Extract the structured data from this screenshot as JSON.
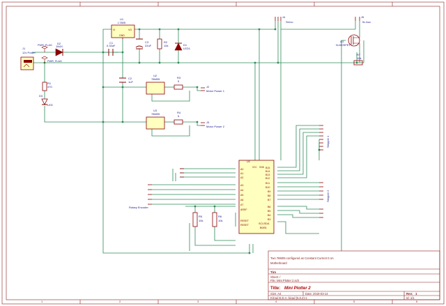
{
  "components": {
    "j1": {
      "ref": "J1",
      "value": "12v Power"
    },
    "d2": {
      "ref": "D2",
      "value": "1N4X"
    },
    "u1": {
      "ref": "U1",
      "value": "L7805",
      "pins": {
        "vi": "VI",
        "vo": "VO",
        "gnd": "GND"
      }
    },
    "c1": {
      "ref": "C1",
      "value": "0.33uF"
    },
    "c3": {
      "ref": "C3",
      "value": "22uF"
    },
    "r2": {
      "ref": "R2",
      "value": "10k"
    },
    "d1": {
      "ref": "D1",
      "value": "LED1"
    },
    "r1": {
      "ref": "R1",
      "value": "470"
    },
    "d3": {
      "ref": "D3",
      "value": "LED"
    },
    "c2": {
      "ref": "C2",
      "value": "1uF"
    },
    "u2": {
      "ref": "U2",
      "value": "78M05"
    },
    "u3": {
      "ref": "U3",
      "value": "78M05"
    },
    "r3": {
      "ref": "R3",
      "value": "5"
    },
    "r4": {
      "ref": "R4",
      "value": "5"
    },
    "j2": {
      "ref": "J2",
      "value": "Motor Power 1"
    },
    "j3": {
      "ref": "J3",
      "value": "Motor Power 2"
    },
    "j4": {
      "ref": "J4",
      "value": "Servo"
    },
    "j5": {
      "ref": "J5",
      "value": "5v Aux"
    },
    "q1": {
      "ref": "Q1",
      "value": "N-MOSFET"
    },
    "r7": {
      "ref": "R7",
      "value": "10k"
    },
    "r5": {
      "ref": "R5",
      "value": "10k"
    },
    "r6": {
      "ref": "R6",
      "value": "10k"
    },
    "mcu": {
      "ref": "U4",
      "value": "ARM",
      "left_pins": [
        "A0",
        "A1",
        "A2",
        "A3",
        "A4",
        "A5",
        "A6",
        "A7"
      ],
      "right_pins": [
        "B15",
        "B14",
        "B13",
        "B12",
        "B11",
        "B10",
        "B9",
        "B8",
        "B7",
        "B6",
        "B5",
        "B4",
        "B3"
      ],
      "bottom_left": [
        "RESET",
        "RESET"
      ],
      "bottom_right": [
        "SCL/SDA",
        "B0/B1"
      ],
      "mid_label": "AREF",
      "top_pins": [
        "VCC",
        "GND"
      ]
    },
    "rotary": {
      "label": "Rotary Encoder"
    },
    "j6": {
      "label": "Stepper 1"
    },
    "j7": {
      "label": "Stepper 2"
    }
  },
  "flags": [
    "PWR_FLAG",
    "PWR_FLAG"
  ],
  "title_block": {
    "comment_line1": "Two 78M05 configured as Constant Current 0.4A",
    "comment_line2": "Motherboard",
    "company": "Tim",
    "sheet": "Sheet: /",
    "file": "File: Mini Plotter 2.sch",
    "title_label": "Title:",
    "title": "Mini Plotter 2",
    "size": "Size: A4",
    "date": "Date: 2019-03-14",
    "rev_label": "Rev:",
    "rev": "1",
    "kicad": "KiCad E.D.A.  kicad (5.0.2)-1",
    "id": "Id: 1/1"
  },
  "border": {
    "columns": [
      "1",
      "2",
      "3",
      "4",
      "5",
      "6"
    ]
  },
  "colors": {
    "wire": "#2e8b57",
    "component": "#8b0000",
    "body_fill": "#ffffc0",
    "text": "#1a1a8c",
    "frame": "#8a1a1a",
    "title": "#b00000"
  }
}
